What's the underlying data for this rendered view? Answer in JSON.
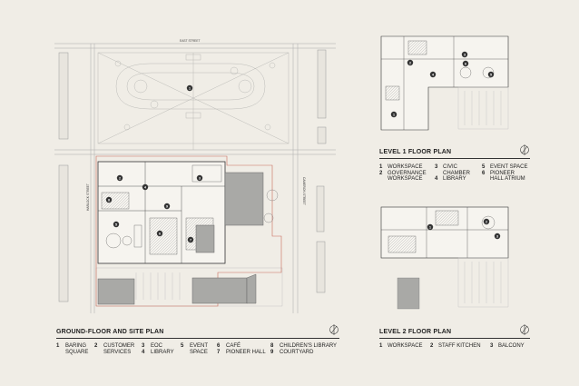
{
  "ground": {
    "title": "GROUND-FLOOR AND SITE PLAN",
    "streets": {
      "top": "EAST STREET",
      "left": "HARLOCK STREET",
      "right": "CAMERON STREET"
    },
    "legend": [
      {
        "n": "1",
        "l1": "BARING",
        "l2": "SQUARE"
      },
      {
        "n": "2",
        "l1": "CUSTOMER",
        "l2": "SERVICES"
      },
      {
        "n": "3",
        "l1": "EOC"
      },
      {
        "n": "4",
        "l1": "LIBRARY"
      },
      {
        "n": "5",
        "l1": "EVENT",
        "l2": "SPACE"
      },
      {
        "n": "6",
        "l1": "CAFÉ"
      },
      {
        "n": "7",
        "l1": "PIONEER HALL"
      },
      {
        "n": "8",
        "l1": "CHILDREN'S LIBRARY"
      },
      {
        "n": "9",
        "l1": "COURTYARD"
      }
    ]
  },
  "level1": {
    "title": "LEVEL 1 FLOOR PLAN",
    "legend": [
      {
        "n": "1",
        "l1": "WORKSPACE"
      },
      {
        "n": "2",
        "l1": "GOVERNANCE",
        "l2": "WORKSPACE"
      },
      {
        "n": "3",
        "l1": "CIVIC",
        "l2": "CHAMBER"
      },
      {
        "n": "4",
        "l1": "LIBRARY"
      },
      {
        "n": "5",
        "l1": "EVENT SPACE"
      },
      {
        "n": "6",
        "l1": "PIONEER",
        "l2": "HALL ATRIUM"
      }
    ]
  },
  "level2": {
    "title": "LEVEL 2 FLOOR PLAN",
    "legend": [
      {
        "n": "1",
        "l1": "WORKSPACE"
      },
      {
        "n": "2",
        "l1": "STAFF KITCHEN"
      },
      {
        "n": "3",
        "l1": "BALCONY"
      }
    ]
  },
  "markers": {
    "ground": [
      "1",
      "2",
      "3",
      "4",
      "5",
      "6",
      "7",
      "8",
      "9"
    ],
    "level1": [
      "1",
      "2",
      "3",
      "4",
      "5",
      "6"
    ],
    "level2": [
      "1",
      "2",
      "3"
    ]
  },
  "colors": {
    "background": "#f0ede6",
    "line": "#333333",
    "accent": "#c96a5a",
    "fill": "#a9a9a6"
  }
}
